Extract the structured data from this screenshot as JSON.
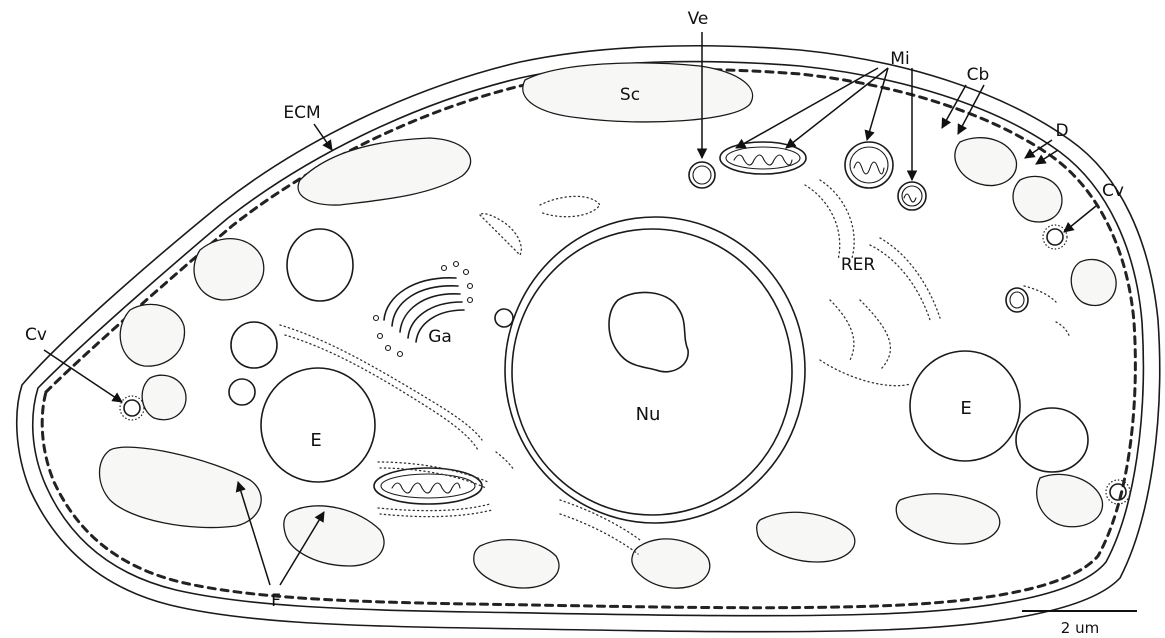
{
  "labels": {
    "ve": "Ve",
    "mi": "Mi",
    "cb": "Cb",
    "d": "D",
    "cv_right": "Cv",
    "cv_left": "Cv",
    "sc": "Sc",
    "ecm": "ECM",
    "rer": "RER",
    "ga": "Ga",
    "nu": "Nu",
    "e_left": "E",
    "e_right": "E",
    "f": "F"
  },
  "scale_bar": {
    "label": "2 um"
  }
}
